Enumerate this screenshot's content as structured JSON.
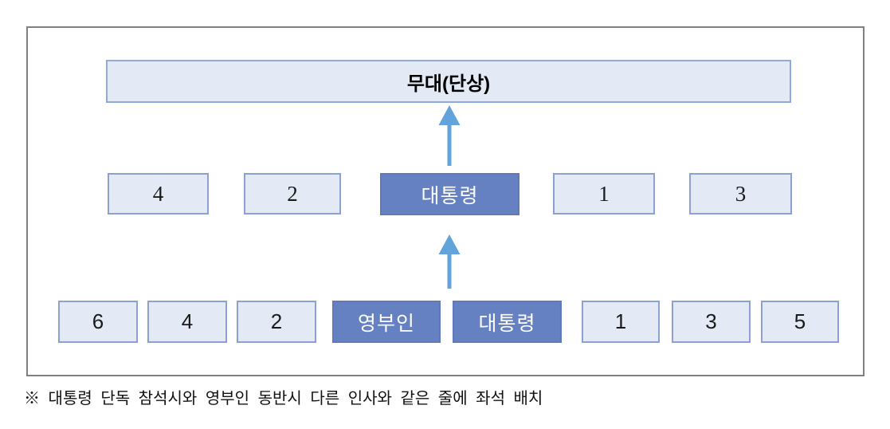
{
  "colors": {
    "frame_border": "#808080",
    "light_fill": "#e3e9f5",
    "light_border": "#8ba1d1",
    "stage_border": "#8faadc",
    "dark_fill": "#6681c2",
    "dark_border": "#5f7ab8",
    "arrow": "#62a3dc"
  },
  "stage": {
    "label": "무대(단상)"
  },
  "middle_row": {
    "seats": [
      {
        "label": "4",
        "type": "light"
      },
      {
        "label": "2",
        "type": "light"
      },
      {
        "label": "대통령",
        "type": "dark"
      },
      {
        "label": "1",
        "type": "light"
      },
      {
        "label": "3",
        "type": "light"
      }
    ]
  },
  "bottom_row": {
    "seats": [
      {
        "label": "6",
        "type": "light"
      },
      {
        "label": "4",
        "type": "light"
      },
      {
        "label": "2",
        "type": "light"
      },
      {
        "label": "영부인",
        "type": "dark"
      },
      {
        "label": "대통령",
        "type": "dark"
      },
      {
        "label": "1",
        "type": "light"
      },
      {
        "label": "3",
        "type": "light"
      },
      {
        "label": "5",
        "type": "light"
      }
    ]
  },
  "icons": {
    "arrow_to_stage": "up-arrow-icon",
    "arrow_to_middle": "up-arrow-icon"
  },
  "footnote": "※ 대통령 단독 참석시와 영부인 동반시 다른 인사와 같은 줄에 좌석 배치"
}
